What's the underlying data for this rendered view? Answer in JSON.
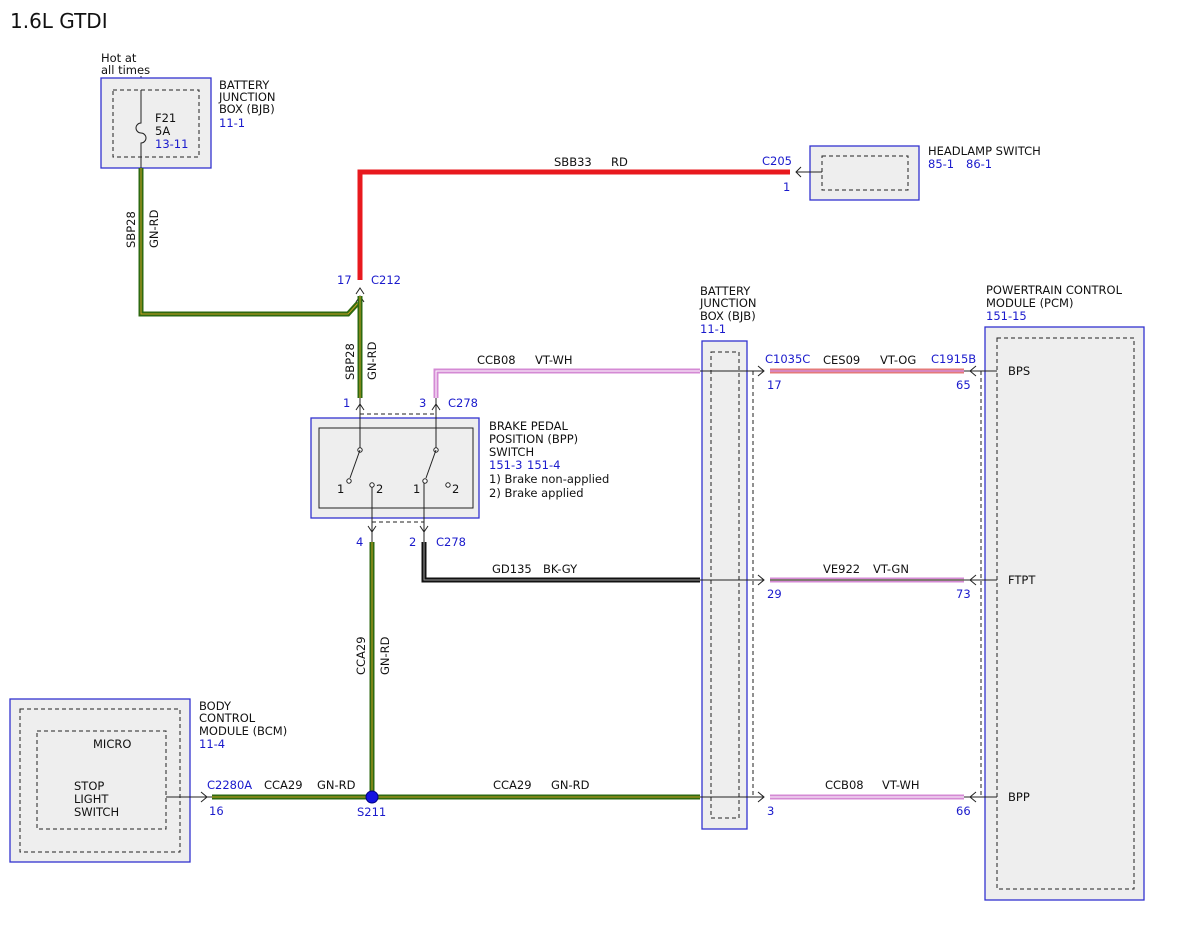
{
  "title": "1.6L GTDI",
  "bjb_top": {
    "note": [
      "Hot at",
      "all times"
    ],
    "fuse_name": "F21",
    "fuse_rating": "5A",
    "fuse_ref": "13-11",
    "name": [
      "BATTERY",
      "JUNCTION",
      "BOX (BJB)"
    ],
    "ref": "11-1"
  },
  "headlamp_switch": {
    "name": "HEADLAMP SWITCH",
    "refs": [
      "85-1",
      "86-1"
    ],
    "connector": "C205",
    "pin": "1"
  },
  "wires": {
    "sbb33": {
      "circuit": "SBB33",
      "color": "RD"
    },
    "sbp28_top": {
      "circuit": "SBP28",
      "color": "GN-RD"
    },
    "sbp28_mid": {
      "circuit": "SBP28",
      "color": "GN-RD"
    },
    "ccb08_top": {
      "circuit": "CCB08",
      "color": "VT-WH"
    },
    "ces09": {
      "circuit": "CES09",
      "color": "VT-OG"
    },
    "gd135": {
      "circuit": "GD135",
      "color": "BK-GY"
    },
    "ve922": {
      "circuit": "VE922",
      "color": "VT-GN"
    },
    "cca29_vert": {
      "circuit": "CCA29",
      "color": "GN-RD"
    },
    "cca29_left": {
      "circuit": "CCA29",
      "color": "GN-RD"
    },
    "cca29_right": {
      "circuit": "CCA29",
      "color": "GN-RD"
    },
    "ccb08_bottom": {
      "circuit": "CCB08",
      "color": "VT-WH"
    }
  },
  "c212": {
    "connector": "C212",
    "pin": "17"
  },
  "bpp_switch": {
    "name": [
      "BRAKE PEDAL",
      "POSITION (BPP)",
      "SWITCH"
    ],
    "refs": [
      "151-3",
      "151-4"
    ],
    "legend": [
      "1) Brake non-applied",
      "2) Brake applied"
    ],
    "top_pins": [
      "1",
      "3"
    ],
    "top_connector": "C278",
    "bottom_pins": [
      "4",
      "2"
    ],
    "bottom_connector": "C278",
    "contacts_left": [
      "1",
      "2"
    ],
    "contacts_right": [
      "1",
      "2"
    ]
  },
  "bjb_mid": {
    "name": [
      "BATTERY",
      "JUNCTION",
      "BOX (BJB)"
    ],
    "ref": "11-1"
  },
  "pcm": {
    "name": [
      "POWERTRAIN CONTROL",
      "MODULE (PCM)"
    ],
    "ref": "151-15",
    "signals": [
      "BPS",
      "FTPT",
      "BPP"
    ]
  },
  "bjb_connectors": {
    "c1035c": "C1035C",
    "c1915b": "C1915B",
    "pins_left": [
      "17",
      "29",
      "3"
    ],
    "pins_right": [
      "65",
      "73",
      "66"
    ]
  },
  "bcm": {
    "name": [
      "BODY",
      "CONTROL",
      "MODULE (BCM)"
    ],
    "ref": "11-4",
    "micro": "MICRO",
    "function": [
      "STOP",
      "LIGHT",
      "SWITCH"
    ],
    "connector": "C2280A",
    "pin": "16"
  },
  "splice": {
    "name": "S211"
  },
  "colors": {
    "red_wire": "#e8191e",
    "green_wire": "#2e6a10",
    "violet_wire": "#d48ad4",
    "orange_wire": "#e47a7a",
    "black_wire": "#111111",
    "box_border": "#3232d0",
    "label_blue": "#1a1acc"
  }
}
